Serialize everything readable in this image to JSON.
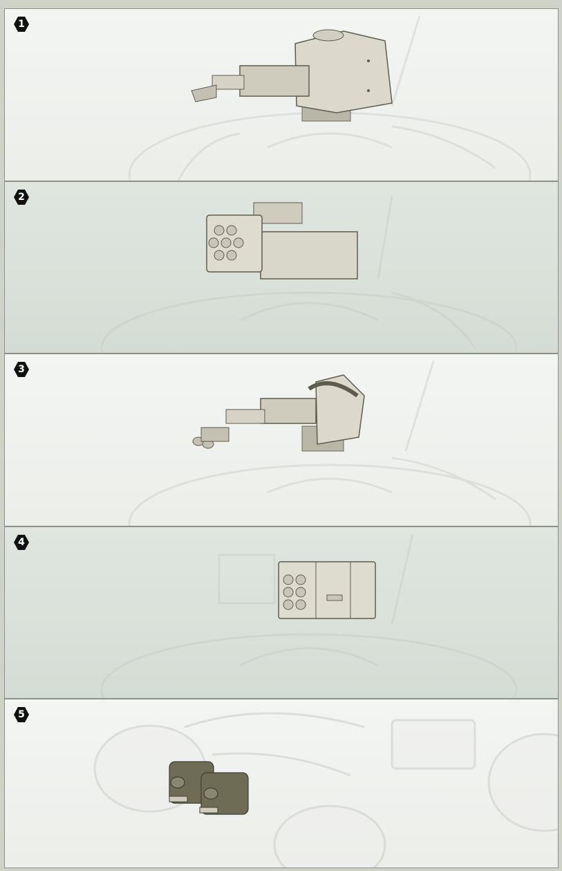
{
  "steps": [
    {
      "number": "1"
    },
    {
      "number": "2"
    },
    {
      "number": "3"
    },
    {
      "number": "4"
    },
    {
      "number": "5"
    }
  ],
  "colors": {
    "badge": "#111111",
    "part_light": "#dcd9cc",
    "part_dark": "#6d6a55",
    "ghost": "#e9ece8"
  }
}
